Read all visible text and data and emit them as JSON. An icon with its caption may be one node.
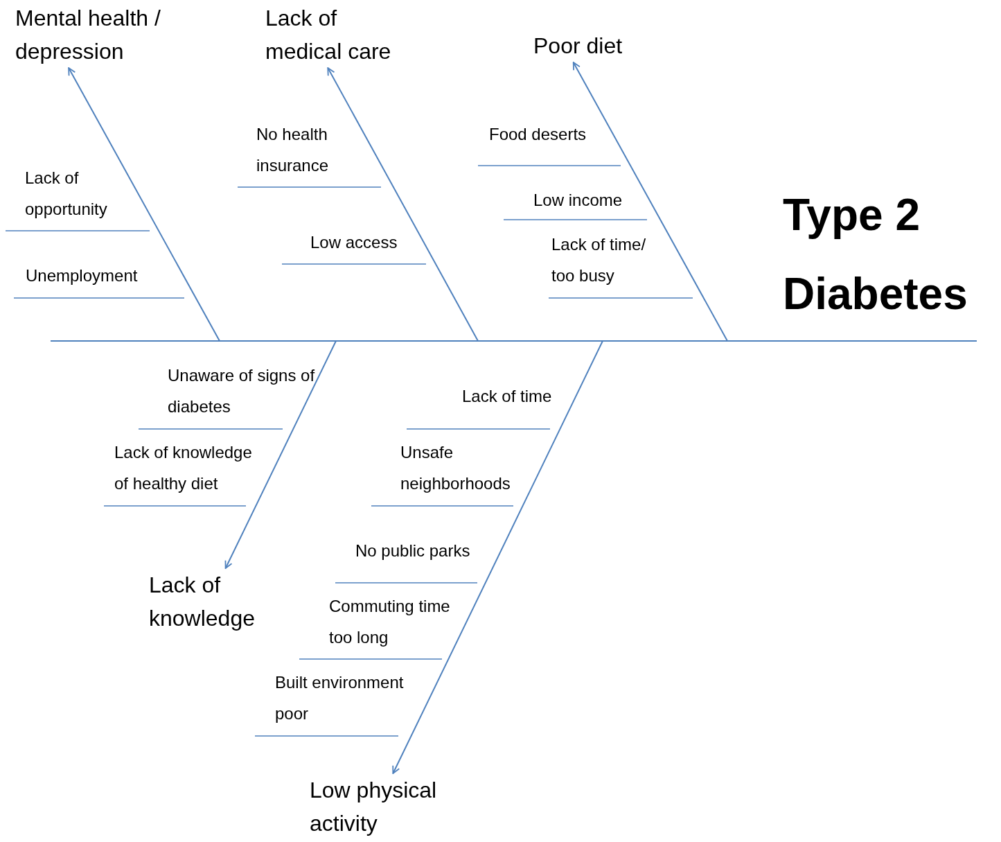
{
  "diagram": {
    "nodes": [
      {
        "text": [
          "Mental health / depression"
        ]
      },
      {
        "text": [
          "Lack of medical care"
        ]
      },
      {
        "text": [
          "Poor diet"
        ]
      },
      {
        "text": [
          "No health insurance"
        ]
      },
      {
        "text": [
          "Food deserts"
        ]
      },
      {
        "text": [
          "Lack of opportunity"
        ]
      },
      {
        "text": [
          "Low income"
        ]
      },
      {
        "text": [
          "Type 2 Diabetes"
        ]
      },
      {
        "text": [
          "Lack of time/ too busy"
        ]
      },
      {
        "text": [
          "Low access"
        ]
      },
      {
        "text": [
          "Unemployment"
        ]
      },
      {
        "text": [
          "Unaware of signs of diabetes"
        ]
      },
      {
        "text": [
          "Lack of time"
        ]
      },
      {
        "text": [
          "Lack of knowledge of healthy diet"
        ]
      },
      {
        "text": [
          "Unsafe neighborhoods"
        ]
      },
      {
        "text": [
          "No public parks"
        ]
      },
      {
        "text": [
          "Lack of knowledge"
        ]
      },
      {
        "text": [
          "Commuting time too long"
        ]
      },
      {
        "text": [
          "Built environment poor"
        ]
      },
      {
        "text": [
          "Low physical activity"
        ]
      }
    ],
    "edges": [
      {
        "from": null,
        "to": 0,
        "arrow": "to"
      },
      {
        "from": null,
        "to": 1,
        "arrow": "to"
      },
      {
        "from": null,
        "to": 2,
        "arrow": "to"
      },
      {
        "from": null,
        "to": 16,
        "arrow": "to"
      },
      {
        "from": null,
        "to": 19,
        "arrow": "to"
      }
    ]
  }
}
